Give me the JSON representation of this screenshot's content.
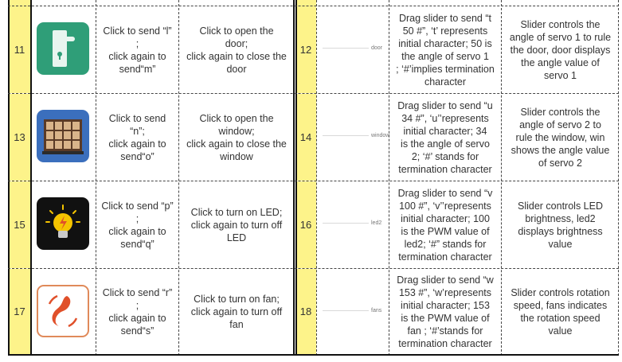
{
  "rows": [
    {
      "button_num": "11",
      "button_text": "Click to send “l”\n;\nclick again to\nsend“m”",
      "button_desc": "Click to open the\ndoor;\nclick again to close the\ndoor",
      "icon": "door-handle-icon",
      "icon_bg": "#2f9e78",
      "slider_num": "12",
      "slider_label": "door",
      "slider_text": "Drag slider to send “t\n50  #”, ‘t’ represents\ninitial character; 50 is\nthe angle of servo 1\n; ‘#’implies termination\ncharacter",
      "slider_desc": "Slider controls the\nangle of servo 1 to rule\nthe door, door displays\nthe angle value of\nservo 1"
    },
    {
      "button_num": "13",
      "button_text": "Click to send\n“n”;\nclick again to\nsend“o”",
      "button_desc": "Click to open the\nwindow;\nclick again to close the\nwindow",
      "icon": "window-icon",
      "icon_bg": "#3b6fbd",
      "slider_num": "14",
      "slider_label": "window",
      "slider_text": "Drag slider to send “u\n34  #”, ‘u’’represents\ninitial character; 34\nis the angle of servo\n2; ‘#’ stands for\ntermination character",
      "slider_desc": "Slider controls the\nangle of servo 2 to\nrule the window, win\nshows the angle value\nof servo 2"
    },
    {
      "button_num": "15",
      "button_text": "Click to send “p”\n;\nclick again to\nsend“q”",
      "button_desc": "Click to turn on LED;\nclick again to turn off\nLED",
      "icon": "light-bulb-icon",
      "icon_bg": "#111111",
      "slider_num": "16",
      "slider_label": "led2",
      "slider_text": "Drag slider to send “v\n100  #”, ‘v’’represents\ninitial character; 100\nis the PWM value of\nled2; ‘#” stands for\ntermination character",
      "slider_desc": "Slider controls LED\nbrightness, led2\ndisplays brightness\nvalue"
    },
    {
      "button_num": "17",
      "button_text": "Click to send “r”\n;\nclick again to\nsend“s”",
      "button_desc": "Click to turn on fan;\nclick again to turn off\nfan",
      "icon": "fan-icon",
      "icon_bg": "#ffffff",
      "slider_num": "18",
      "slider_label": "fans",
      "slider_text": "Drag slider to send “w\n153  #”, ‘w’represents\ninitial character; 153\nis the PWM value of\nfan ; ‘#’stands for\ntermination character",
      "slider_desc": "Slider controls rotation\nspeed, fans indicates\nthe rotation speed\nvalue"
    }
  ],
  "colors": {
    "number_cell": "#fdf38a",
    "fan_accent": "#e0502a"
  }
}
